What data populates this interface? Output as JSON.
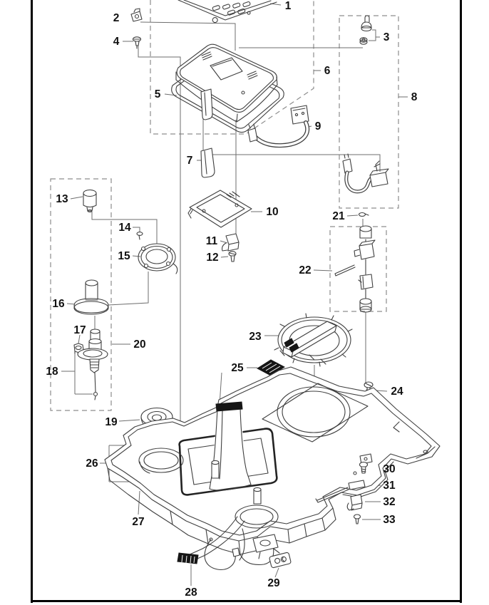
{
  "page": {
    "background": "#ffffff",
    "frame_color": "#000000",
    "description_colors": {
      "line_art": "#3f3f3f",
      "leader_lines": "#6e6e6e",
      "dashed_boxes": "#8d8d8d",
      "dark_fills": "#161616",
      "label_text": "#111111"
    }
  },
  "diagram": {
    "type": "exploded-parts-diagram",
    "part_labels": [
      "1",
      "2",
      "3",
      "4",
      "5",
      "6",
      "7",
      "8",
      "9",
      "10",
      "11",
      "12",
      "13",
      "14",
      "15",
      "16",
      "17",
      "18",
      "19",
      "20",
      "21",
      "22",
      "23",
      "24",
      "25",
      "26",
      "27",
      "28",
      "29",
      "30",
      "31",
      "32",
      "33"
    ]
  }
}
